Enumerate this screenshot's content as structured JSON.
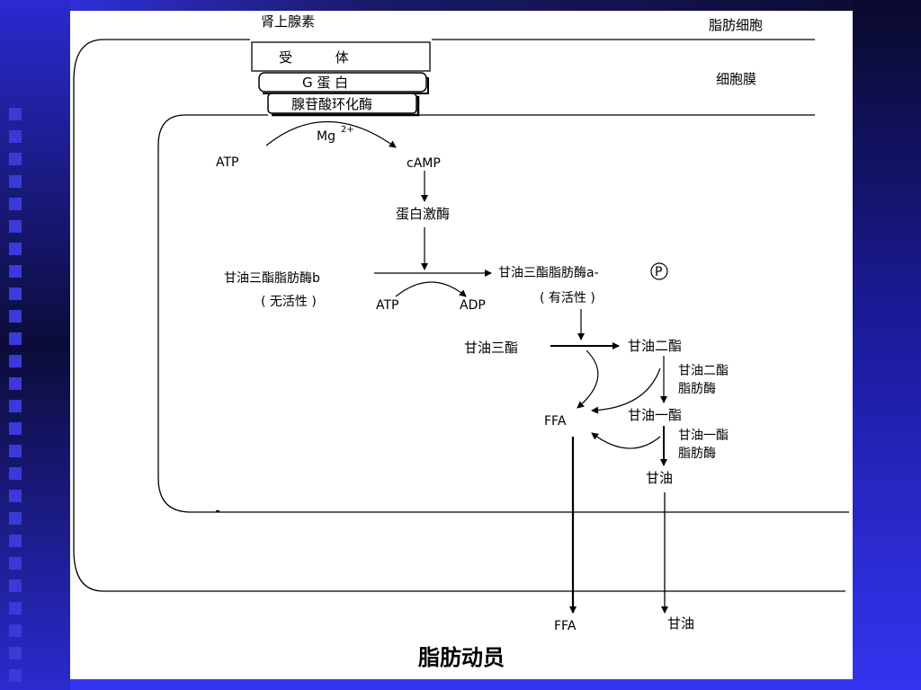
{
  "slide": {
    "title": "脂肪动员",
    "background_colors": {
      "dark": "#0a0a2e",
      "mid": "#1c1ca0",
      "bright": "#3434f0",
      "square": "#3a3ad8"
    }
  },
  "diagram": {
    "hormone": "肾上腺素",
    "cell_label": "脂肪细胞",
    "membrane_label": "细胞膜",
    "receptor": "受          体",
    "g_protein": "G 蛋 白",
    "adenylate_cyclase": "腺苷酸环化酶",
    "atp_1": "ATP",
    "mg": "Mg",
    "mg_charge": "2+",
    "camp": "cAMP",
    "protein_kinase": "蛋白激酶",
    "lipase_b": "甘油三酯脂肪酶b",
    "inactive": "( 无活性 )",
    "atp_2": "ATP",
    "adp": "ADP",
    "lipase_a": "甘油三酯脂肪酶a-",
    "phosphate": "P",
    "active": "( 有活性 )",
    "triglyceride": "甘油三酯",
    "diglyceride": "甘油二酯",
    "dg_lipase_1": "甘油二酯",
    "dg_lipase_2": "脂肪酶",
    "ffa_inner": "FFA",
    "monoglyceride": "甘油一酯",
    "mg_lipase_1": "甘油一酯",
    "mg_lipase_2": "脂肪酶",
    "glycerol_inner": "甘油",
    "ffa_out": "FFA",
    "glycerol_out": "甘油"
  }
}
